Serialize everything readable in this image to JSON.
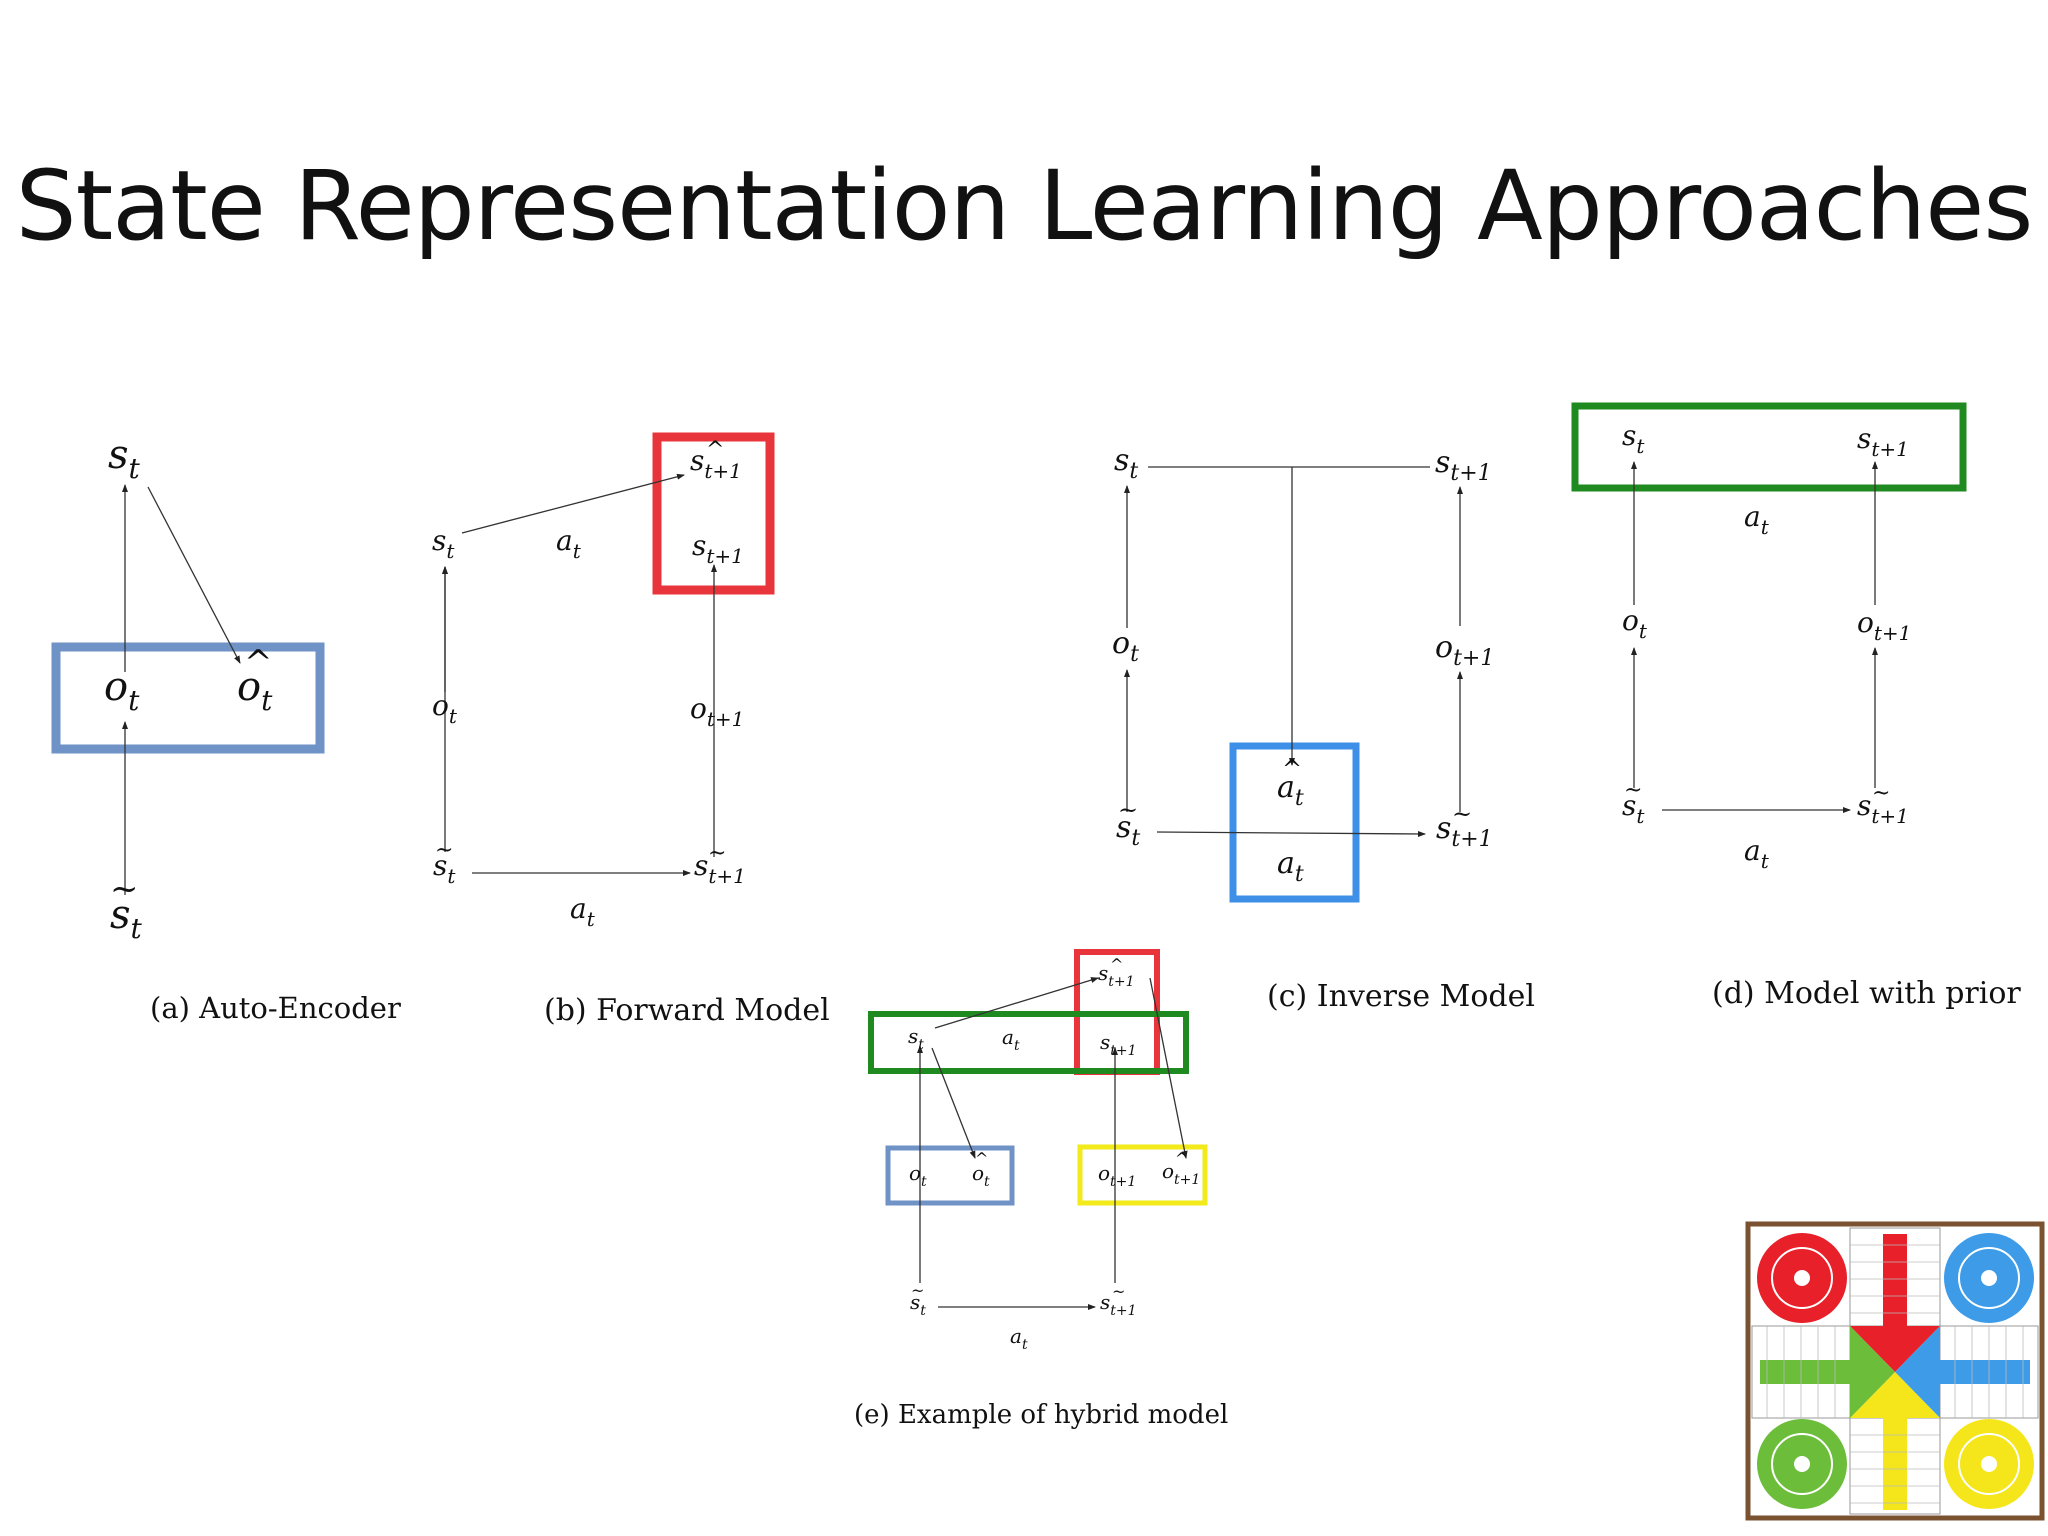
{
  "slide": {
    "title": "State Representation Learning Approaches"
  },
  "vars": {
    "s": "s",
    "o": "o",
    "a": "a",
    "hat": "^",
    "tilde": "~",
    "sub_t": "t",
    "sub_t1": "t+1"
  },
  "captions": {
    "a": "(a) Auto-Encoder",
    "b": "(b) Forward Model",
    "c": "(c) Inverse Model",
    "d": "(d) Model with prior",
    "e": "(e)  Example  of  hybrid  model"
  },
  "colors": {
    "blue_box": "#6f93c6",
    "red_box": "#e8353b",
    "bright_blue_box": "#3d8fe8",
    "green_box": "#1f8a1f",
    "yellow_box": "#f2ea1a"
  },
  "board": {
    "colors": {
      "red": "#e8202a",
      "blue": "#3d9be8",
      "green": "#6bbd3a",
      "yellow": "#f4e61b",
      "frame": "#7a5230"
    }
  }
}
